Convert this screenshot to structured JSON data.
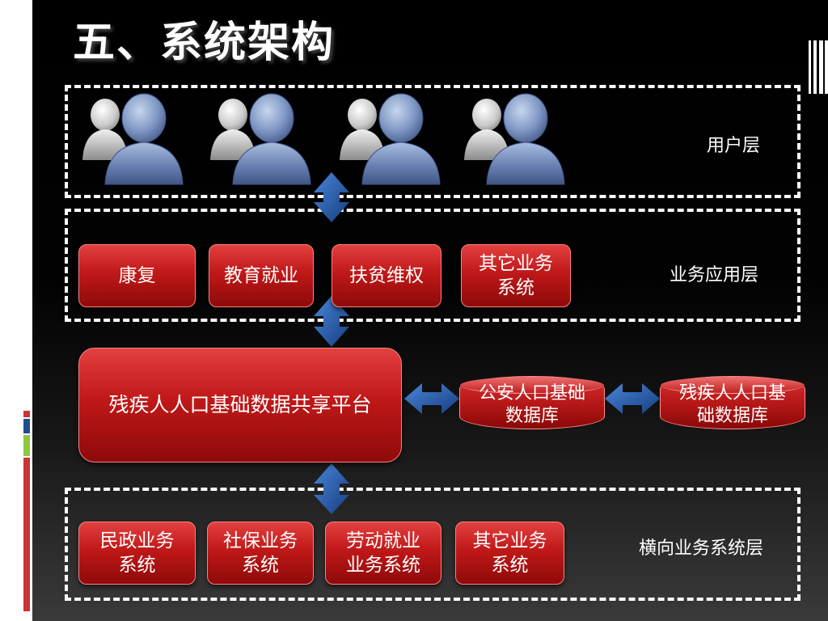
{
  "title": "五、系统架构",
  "layers": {
    "user": "用户层",
    "business": "业务应用层",
    "horizontal": "横向业务系统层"
  },
  "business_apps": [
    "康复",
    "教育就业",
    "扶贫维权",
    "其它业务\n系统"
  ],
  "platform": "残疾人人口基础数据共享平台",
  "databases": [
    "公安人口基础\n数据库",
    "残疾人人口基\n础数据库"
  ],
  "horizontal_systems": [
    "民政业务\n系统",
    "社保业务\n系统",
    "劳动就业\n业务系统",
    "其它业务\n系统"
  ],
  "colors": {
    "accent_red": "#c01818",
    "arrow_blue": "#1e4f9a"
  }
}
